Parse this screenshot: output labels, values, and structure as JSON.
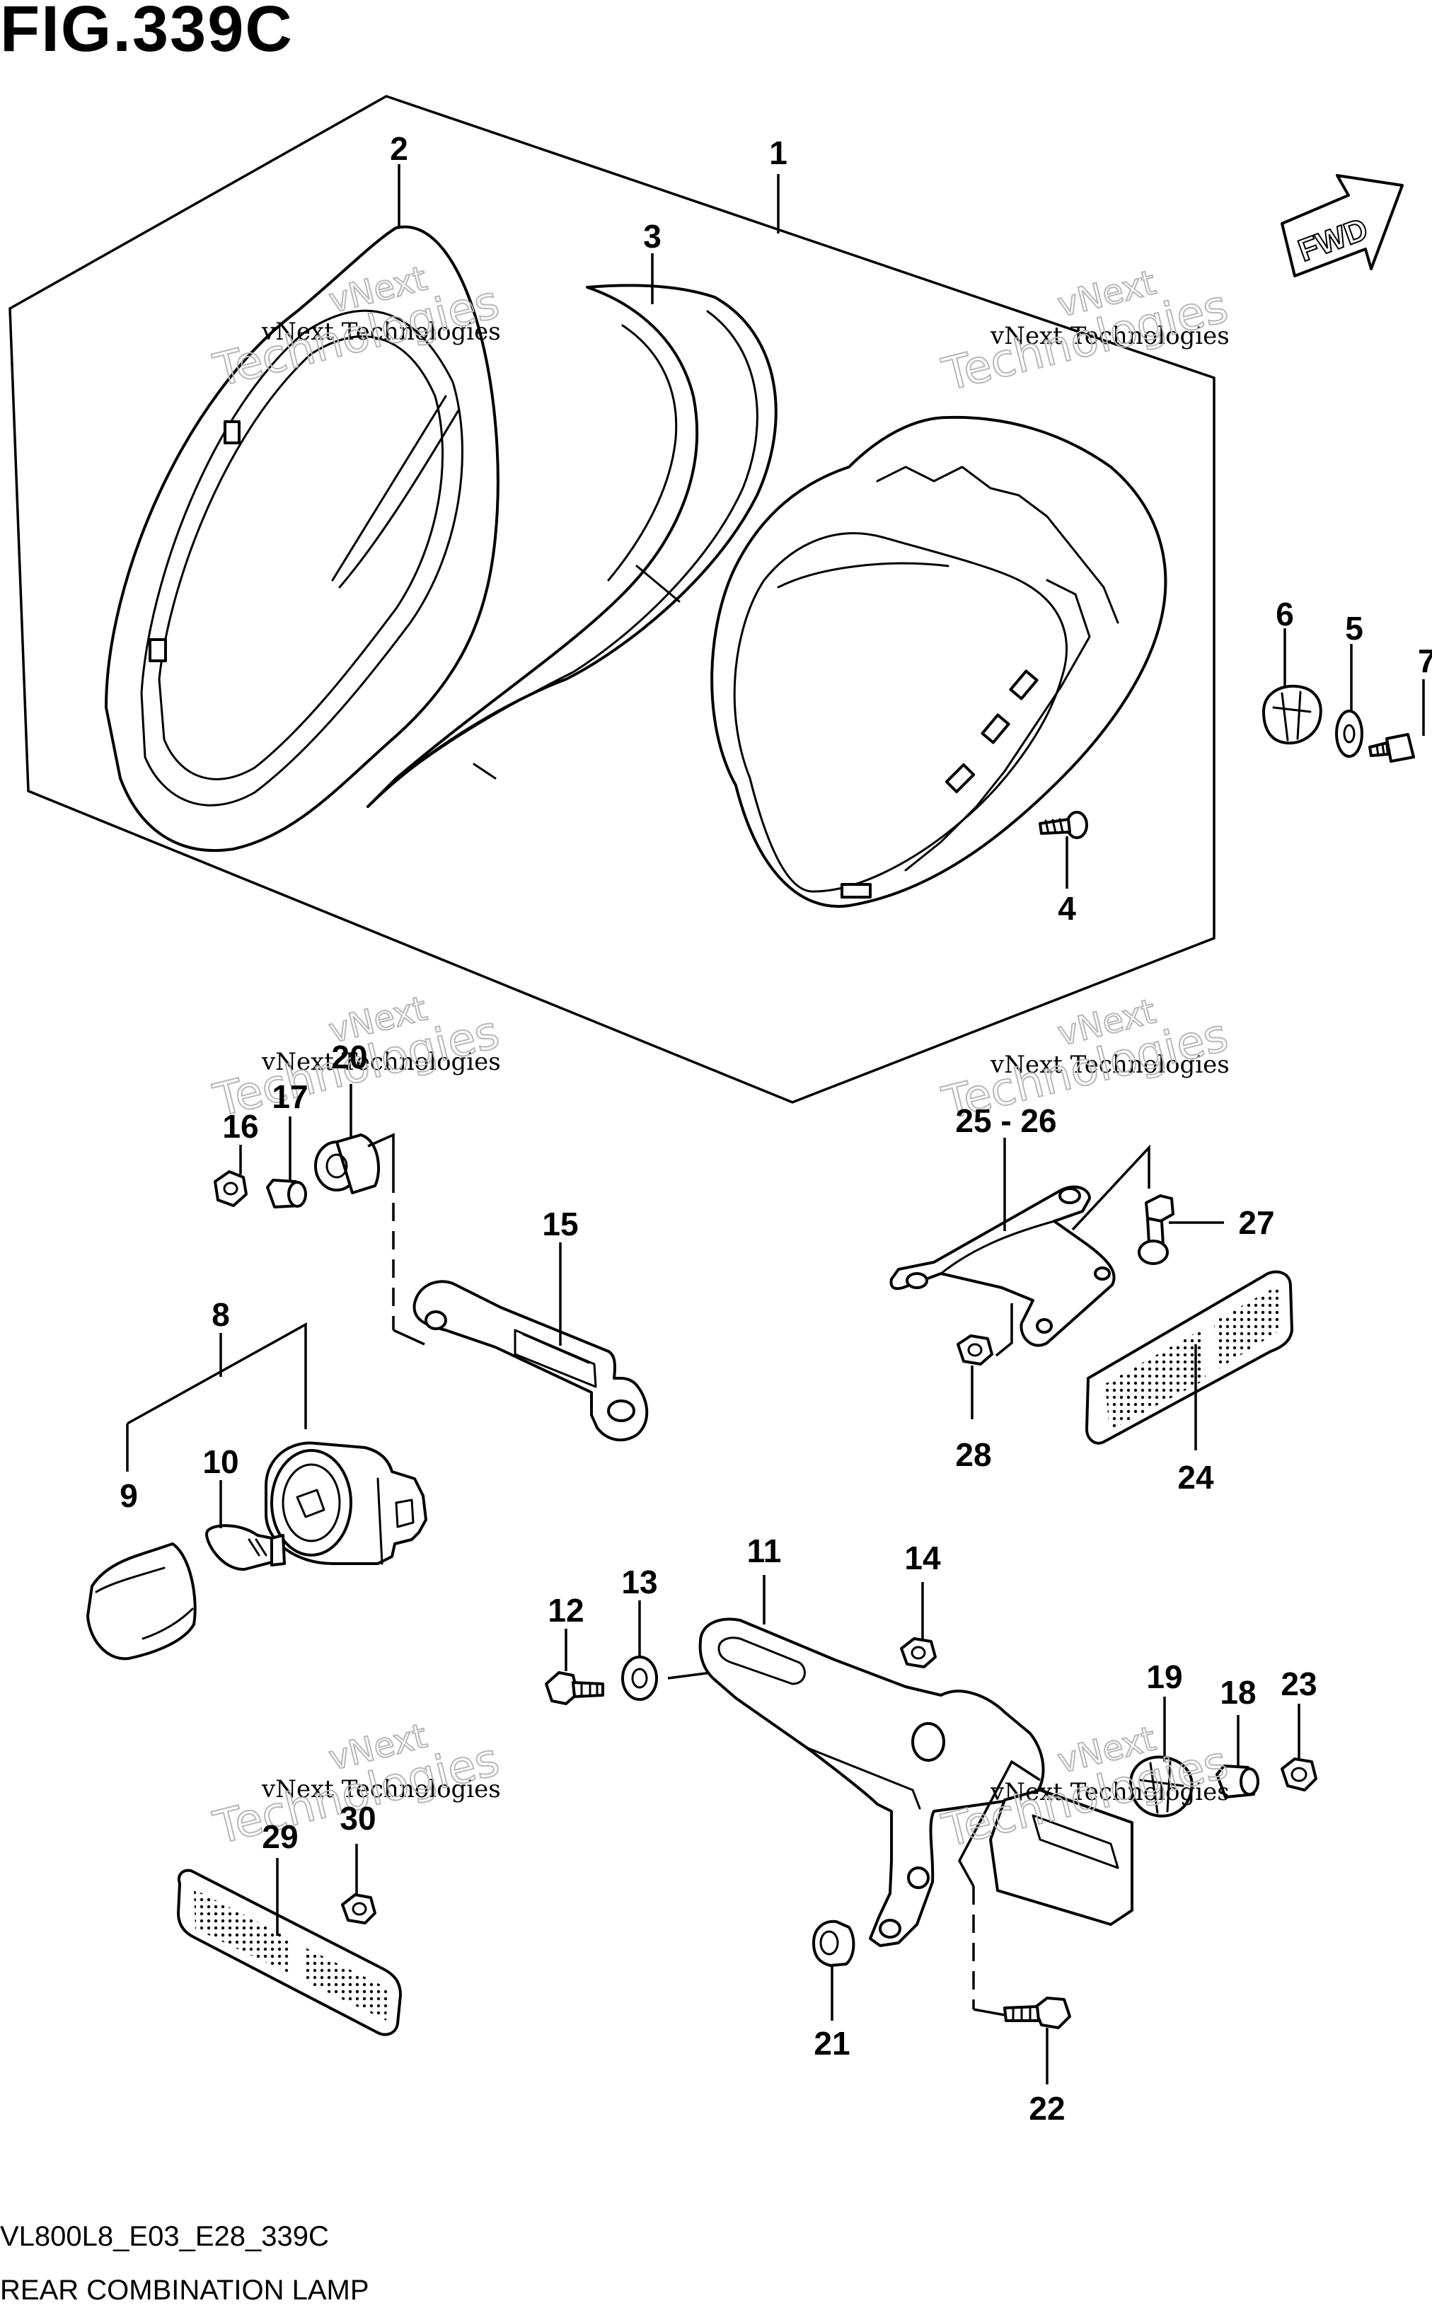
{
  "figure": {
    "title": "FIG.339C",
    "code": "VL800L8_E03_E28_339C",
    "name": "REAR COMBINATION LAMP",
    "direction_label": "FWD"
  },
  "watermark": {
    "line1": "vNext Technologies",
    "line2": "vNext",
    "line3": "Technologies"
  },
  "callouts": {
    "c1": "1",
    "c2": "2",
    "c3": "3",
    "c4": "4",
    "c5": "5",
    "c6": "6",
    "c7": "7",
    "c8": "8",
    "c9": "9",
    "c10": "10",
    "c11": "11",
    "c12": "12",
    "c13": "13",
    "c14": "14",
    "c15": "15",
    "c16": "16",
    "c17": "17",
    "c18": "18",
    "c19": "19",
    "c20": "20",
    "c21": "21",
    "c22": "22",
    "c23": "23",
    "c24": "24",
    "c25_26": "25 - 26",
    "c27": "27",
    "c28": "28",
    "c29": "29",
    "c30": "30"
  },
  "colors": {
    "ink": "#000000",
    "paper": "#ffffff",
    "watermark": "#b8b8b8"
  }
}
